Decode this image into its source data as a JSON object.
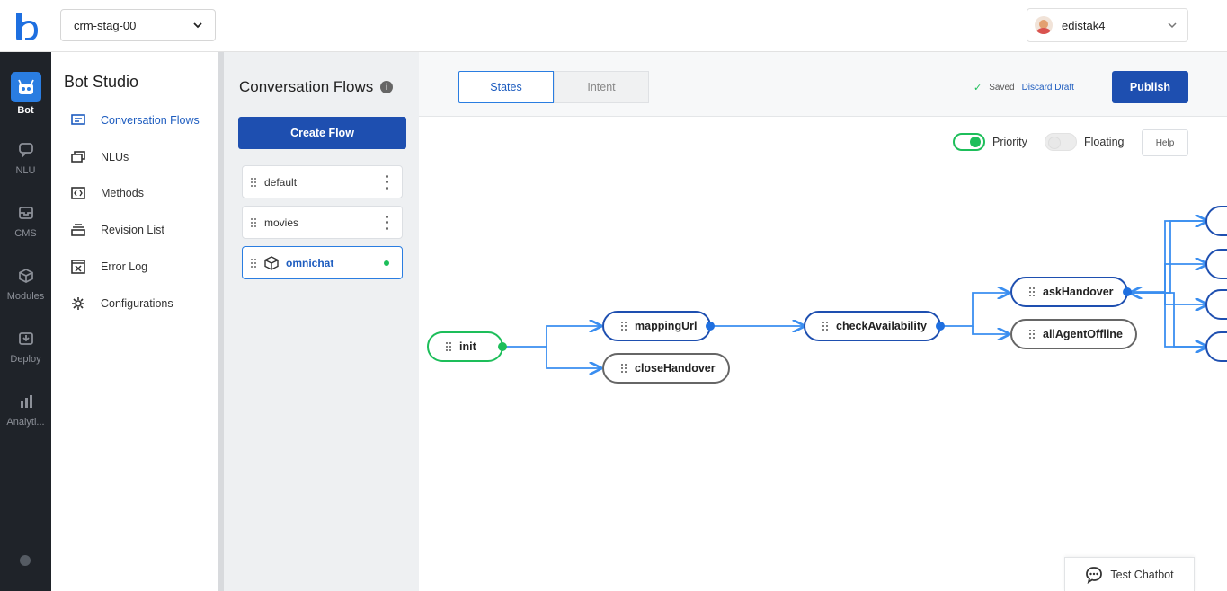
{
  "topbar": {
    "workspace": "crm-stag-00",
    "user": "edistak4"
  },
  "rail": {
    "items": [
      {
        "label": "Bot",
        "icon": "robot-icon"
      },
      {
        "label": "NLU",
        "icon": "chat-icon"
      },
      {
        "label": "CMS",
        "icon": "inbox-icon"
      },
      {
        "label": "Modules",
        "icon": "cube-icon"
      },
      {
        "label": "Deploy",
        "icon": "download-icon"
      },
      {
        "label": "Analyti...",
        "icon": "bar-chart-icon"
      }
    ]
  },
  "studio": {
    "title": "Bot Studio",
    "items": [
      {
        "label": "Conversation Flows",
        "icon": "flow-icon"
      },
      {
        "label": "NLUs",
        "icon": "copy-icon"
      },
      {
        "label": "Methods",
        "icon": "code-icon"
      },
      {
        "label": "Revision List",
        "icon": "layers-icon"
      },
      {
        "label": "Error Log",
        "icon": "error-log-icon"
      },
      {
        "label": "Configurations",
        "icon": "gear-icon"
      }
    ]
  },
  "flows": {
    "title": "Conversation Flows",
    "info_icon": "i",
    "create_label": "Create Flow",
    "items": [
      {
        "label": "default"
      },
      {
        "label": "movies"
      },
      {
        "label": "omnichat"
      }
    ]
  },
  "main": {
    "tabs": [
      {
        "label": "States"
      },
      {
        "label": "Intent"
      }
    ],
    "saved_label": "Saved",
    "discard_label": "Discard Draft",
    "publish_label": "Publish",
    "priority_label": "Priority",
    "floating_label": "Floating",
    "help_label": "Help",
    "priority_on": true,
    "floating_on": false
  },
  "graph": {
    "nodes": {
      "init": "init",
      "mappingUrl": "mappingUrl",
      "closeHandover": "closeHandover",
      "checkAvailability": "checkAvailability",
      "askHandover": "askHandover",
      "allAgentOffline": "allAgentOffline"
    }
  },
  "test_chatbot_label": "Test Chatbot",
  "colors": {
    "primary": "#1e4fb0",
    "accent": "#2a7de1",
    "success": "#1dbe5a",
    "rail": "#1f2329"
  }
}
